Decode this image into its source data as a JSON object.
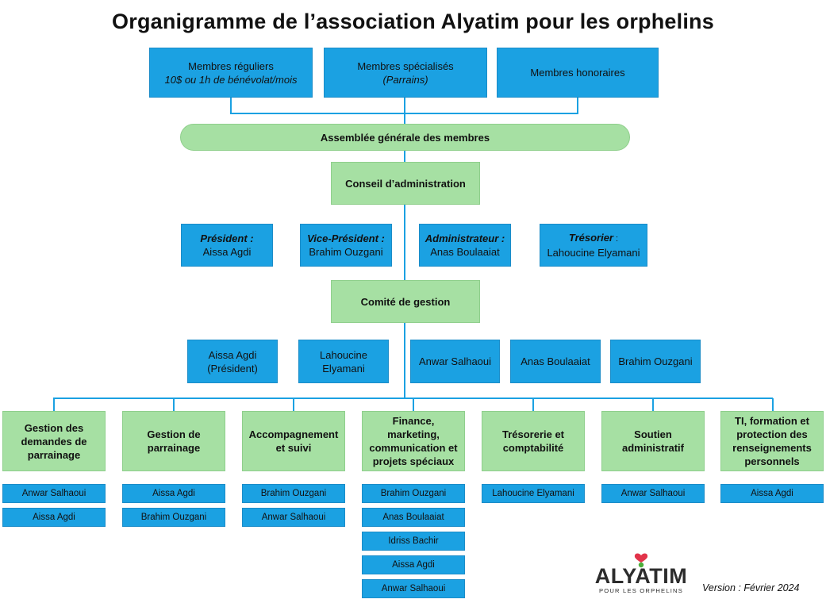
{
  "title": "Organigramme de l’association Alyatim pour les orphelins",
  "members": [
    {
      "line1": "Membres réguliers",
      "line2": "10$ ou 1h de bénévolat/mois"
    },
    {
      "line1": "Membres spécialisés",
      "line2": "(Parrains)"
    },
    {
      "line1": "Membres honoraires",
      "line2": ""
    }
  ],
  "assembly": "Assemblée générale des membres",
  "board": "Conseil d’administration",
  "officers": [
    {
      "role": "Président :",
      "name": "Aissa Agdi"
    },
    {
      "role": "Vice-Président :",
      "name": "Brahim Ouzgani"
    },
    {
      "role": "Administrateur :",
      "name": "Anas Boulaaiat"
    },
    {
      "role": "Trésorier",
      "suffix": " :",
      "name": "Lahoucine Elyamani"
    }
  ],
  "committee": "Comité de gestion",
  "committee_members": [
    {
      "line1": "Aissa Agdi",
      "line2": "(Président)"
    },
    {
      "line1": "Lahoucine",
      "line2": "Elyamani"
    },
    {
      "line1": "Anwar Salhaoui",
      "line2": ""
    },
    {
      "line1": "Anas Boulaaiat",
      "line2": ""
    },
    {
      "line1": "Brahim Ouzgani",
      "line2": ""
    }
  ],
  "departments": [
    {
      "label": "Gestion des demandes de parrainage",
      "members": [
        "Anwar Salhaoui",
        "Aissa Agdi"
      ]
    },
    {
      "label": "Gestion de parrainage",
      "members": [
        "Aissa Agdi",
        "Brahim Ouzgani"
      ]
    },
    {
      "label": "Accompagnement et suivi",
      "members": [
        "Brahim Ouzgani",
        "Anwar Salhaoui"
      ]
    },
    {
      "label": "Finance, marketing, communication et projets spéciaux",
      "members": [
        "Brahim Ouzgani",
        "Anas Boulaaiat",
        "Idriss Bachir",
        "Aissa Agdi",
        "Anwar Salhaoui"
      ]
    },
    {
      "label": "Trésorerie et comptabilité",
      "members": [
        "Lahoucine Elyamani"
      ]
    },
    {
      "label": "Soutien administratif",
      "members": [
        "Anwar Salhaoui"
      ]
    },
    {
      "label": "TI, formation et protection des renseignements personnels",
      "members": [
        "Aissa Agdi"
      ]
    }
  ],
  "logo": {
    "wordmark": "ALYATIM",
    "tagline": "POUR LES ORPHELINS"
  },
  "version": "Version : Février 2024",
  "colors": {
    "box_blue": "#1ba1e2",
    "box_green": "#a6e0a3",
    "connector": "#1ba1e2",
    "logo_green": "#4cae3a",
    "logo_red": "#e2344a",
    "logo_text": "#2c2c2c"
  }
}
